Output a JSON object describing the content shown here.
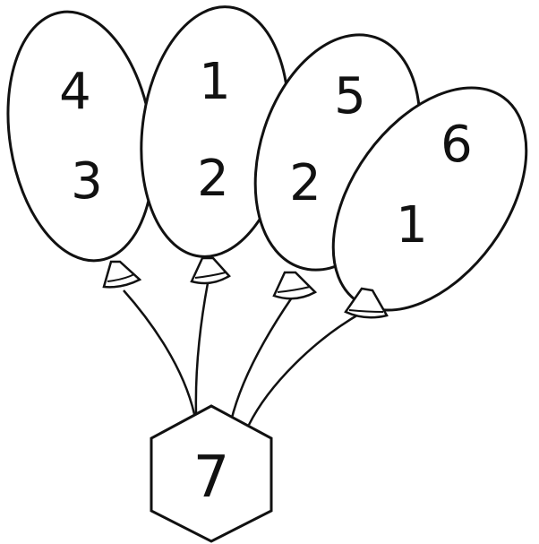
{
  "balloons": [
    {
      "top": "4",
      "bottom": "3"
    },
    {
      "top": "1",
      "bottom": "2"
    },
    {
      "top": "5",
      "bottom": "2"
    },
    {
      "top": "6",
      "bottom": "1"
    }
  ],
  "hexagon": {
    "value": "7"
  },
  "colors": {
    "ink": "#111111",
    "fill": "#ffffff"
  }
}
